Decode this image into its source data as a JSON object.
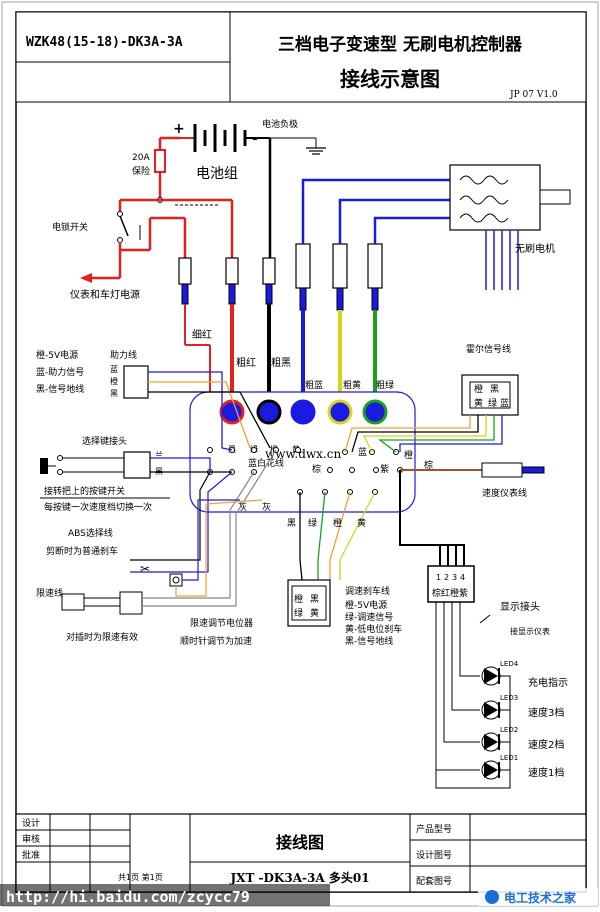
{
  "title_block": {
    "model": "WZK48(15-18)-DK3A-3A",
    "heading_1": "三档电子变速型  无刷电机控制器",
    "heading_2": "接线示意图",
    "version": "JP 07 V1.0"
  },
  "left_labels": {
    "battery_neg": "电池负极",
    "battery_group": "电池组",
    "fuse_20a": "20A",
    "fuse_label": "保险",
    "lock_switch": "电锁开关",
    "lamp_power": "仪表和车灯电源",
    "thin_red": "细红",
    "thick_red": "粗红",
    "thick_black": "粗黑"
  },
  "assist": {
    "line1": "橙-5V电源",
    "line2": "蓝-助力信号",
    "line3": "黑-信号地线",
    "title": "助力线",
    "pin_blue": "蓝",
    "pin_orange": "橙",
    "pin_black": "黑"
  },
  "selector": {
    "title": "选择键接头",
    "pin_blue": "兰",
    "pin_black": "黑",
    "desc1": "接转把上的按键开关",
    "desc2": "每按键一次速度档切换一次"
  },
  "abs": {
    "title": "ABS选择线",
    "desc": "剪断时为普通刹车"
  },
  "speed_limit": {
    "title": "限速线",
    "desc": "对插时为限速有效"
  },
  "potentiometer": {
    "title": "限速调节电位器",
    "desc": "顺时针调节为加速"
  },
  "controller": {
    "thick_blue": "粗蓝",
    "thick_yellow": "粗黄",
    "thick_green": "粗绿",
    "watermark": "www.dwx.cn",
    "blue_white": "蓝白花线",
    "pin_black": "黑",
    "pin_green": "绿",
    "pin_orange": "橙",
    "pin_yellow": "黄",
    "pin_blue": "蓝",
    "pin_purple": "紫",
    "pin_brown": "棕",
    "pin_gray1": "灰",
    "pin_gray2": "灰",
    "pin_orange2": "橙"
  },
  "motor": {
    "label": "无刷电机",
    "hall": "霍尔信号线",
    "hall_orange": "橙",
    "hall_black": "黑",
    "hall_yellow": "黄",
    "hall_green": "绿",
    "hall_blue": "蓝"
  },
  "speedo": {
    "brown": "棕",
    "label": "速度仪表线"
  },
  "brake": {
    "title": "调速刹车线",
    "line1": "橙-5V电源",
    "line2": "绿-调速信号",
    "line3": "黄-低电位刹车",
    "line4": "黑-信号地线",
    "p_orange": "橙",
    "p_black": "黑",
    "p_green": "绿",
    "p_yellow": "黄",
    "bottom_black": "黑",
    "bottom_green": "绿",
    "bottom_orange": "橙",
    "bottom_yellow": "黄"
  },
  "display": {
    "connector_label": "棕红橙紫",
    "n1": "1",
    "n2": "2",
    "n3": "3",
    "n4": "4",
    "title": "显示接头",
    "sub": "接显示仪表",
    "led4": "LED4",
    "led3": "LED3",
    "led2": "LED2",
    "led1": "LED1",
    "charge": "充电指示",
    "s3": "速度3档",
    "s2": "速度2档",
    "s1": "速度1档"
  },
  "footer": {
    "design": "设计",
    "review": "审核",
    "approve": "批准",
    "main_title": "接线图",
    "product_no": "产品型号",
    "design_no": "设计图号",
    "set_no": "配套图号",
    "code": "JXT -DK3A-3A 多头01",
    "page": "共1页 第1页",
    "url": "http://hi.baidu.com/zcycc79",
    "logo": "电工技术之家"
  },
  "colors": {
    "red": "#e8201c",
    "black": "#000000",
    "blue": "#1a1ae0",
    "yellow": "#d8d41a",
    "green": "#1aa01a",
    "orange": "#f0a030"
  }
}
